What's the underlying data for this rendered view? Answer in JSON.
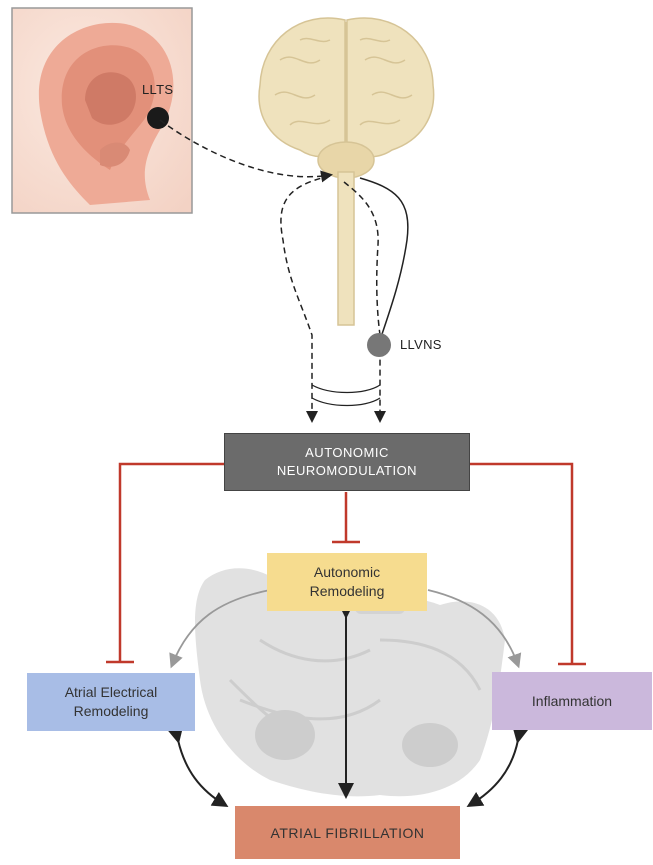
{
  "labels": {
    "llts": "LLTS",
    "llvns": "LLVNS"
  },
  "boxes": {
    "neuromodulation": {
      "line1": "AUTONOMIC",
      "line2": "NEUROMODULATION",
      "color": "#6b6b6b"
    },
    "autonomic_remodeling": {
      "line1": "Autonomic",
      "line2": "Remodeling",
      "color": "#f6dc8f"
    },
    "atrial_electrical": {
      "line1": "Atrial Electrical",
      "line2": "Remodeling",
      "color": "#a8bde6"
    },
    "inflammation": {
      "text": "Inflammation",
      "color": "#cbb8dc"
    },
    "atrial_fibrillation": {
      "text": "ATRIAL FIBRILLATION",
      "color": "#d9886c"
    }
  },
  "colors": {
    "inhibit_line": "#c0392b",
    "arrow_dark": "#222222",
    "arrow_gray": "#999999",
    "heart_fill": "#dedede",
    "brain_fill": "#efe2bd",
    "ear_skin": "#efb9a6"
  }
}
